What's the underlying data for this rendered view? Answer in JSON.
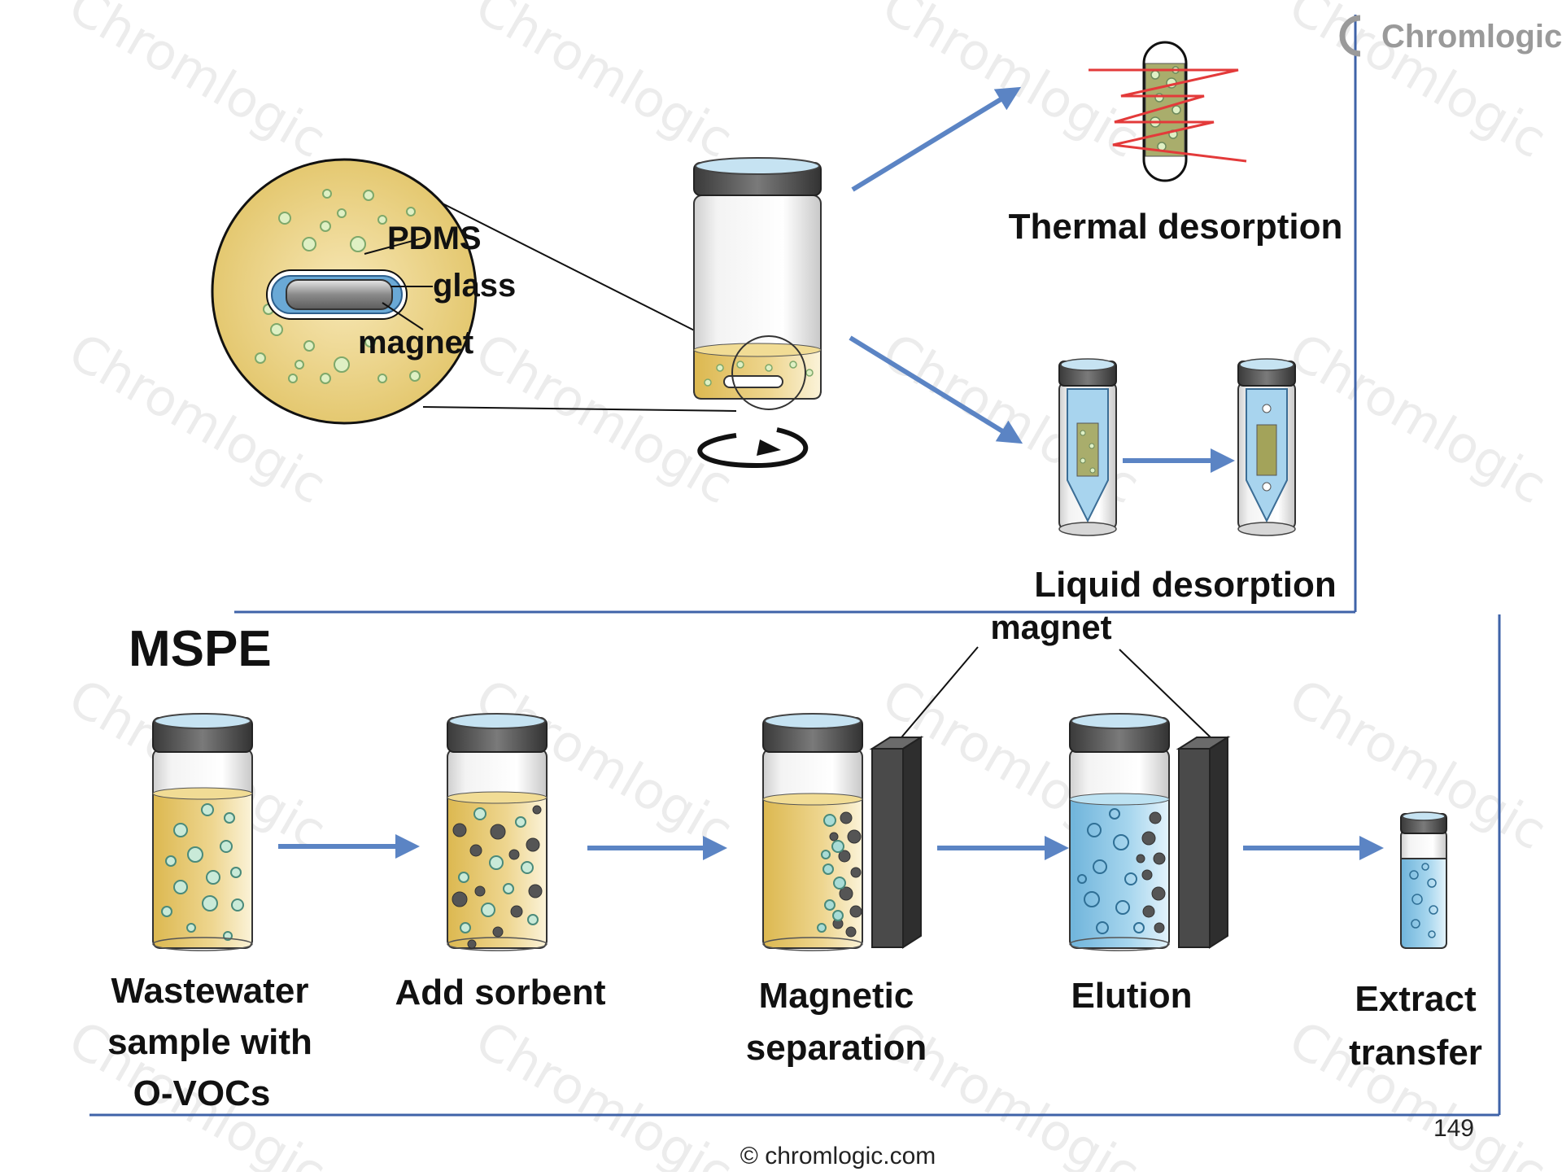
{
  "brand": {
    "logo_text": "Chromlogic",
    "watermark_text": "Chromlogic",
    "copyright": "© chromlogic.com"
  },
  "page_number": "149",
  "colors": {
    "frame_blue": "#3f63a8",
    "arrow_blue": "#5b84c4",
    "sample_yellow": "#e3c567",
    "eluent_blue": "#8fc9e6",
    "magnet_dark": "#3c3c3c",
    "coil_red": "#e33a3a",
    "sorbent_green": "#a9ad6c"
  },
  "sbse": {
    "zoom_labels": {
      "pdms": "PDMS",
      "glass": "glass",
      "magnet": "magnet"
    },
    "thermal_label": "Thermal desorption",
    "liquid_label": "Liquid desorption",
    "stir_icon": "rotation-arrow-icon"
  },
  "mspe": {
    "title": "MSPE",
    "magnet_label": "magnet",
    "steps": [
      {
        "lines": [
          "Wastewater",
          "sample with",
          "O-VOCs"
        ]
      },
      {
        "lines": [
          "Add sorbent"
        ]
      },
      {
        "lines": [
          "Magnetic",
          "separation"
        ]
      },
      {
        "lines": [
          "Elution"
        ]
      },
      {
        "lines": [
          "Extract",
          "transfer"
        ]
      }
    ]
  }
}
